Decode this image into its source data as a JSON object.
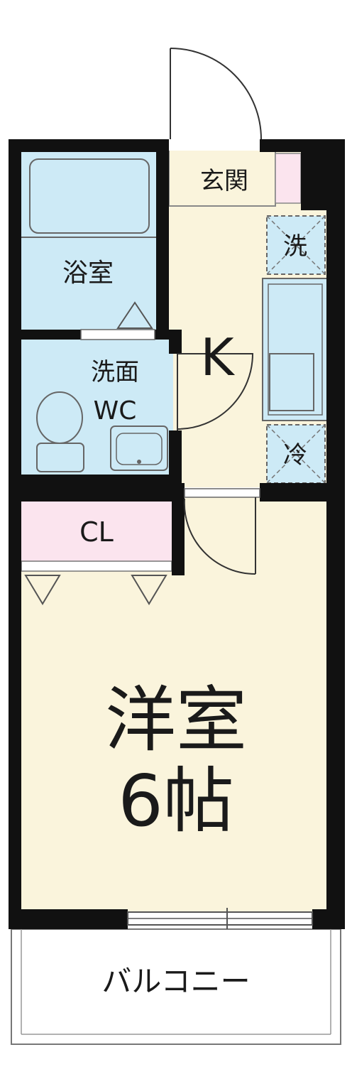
{
  "rooms": {
    "entrance": "玄関",
    "bath": "浴室",
    "washroom_line1": "洗面",
    "washroom_line2": "WC",
    "kitchen": "K",
    "washer_space": "洗",
    "fridge_space": "冷",
    "closet": "CL",
    "western_room": "洋室",
    "western_room_size": "6帖",
    "balcony": "バルコニー"
  },
  "colors": {
    "wall": "#111111",
    "wet_area": "#cdeaf6",
    "flooring": "#faf4dc",
    "closet": "#fbe4ee",
    "balcony": "#ffffff",
    "outline": "#555555"
  }
}
